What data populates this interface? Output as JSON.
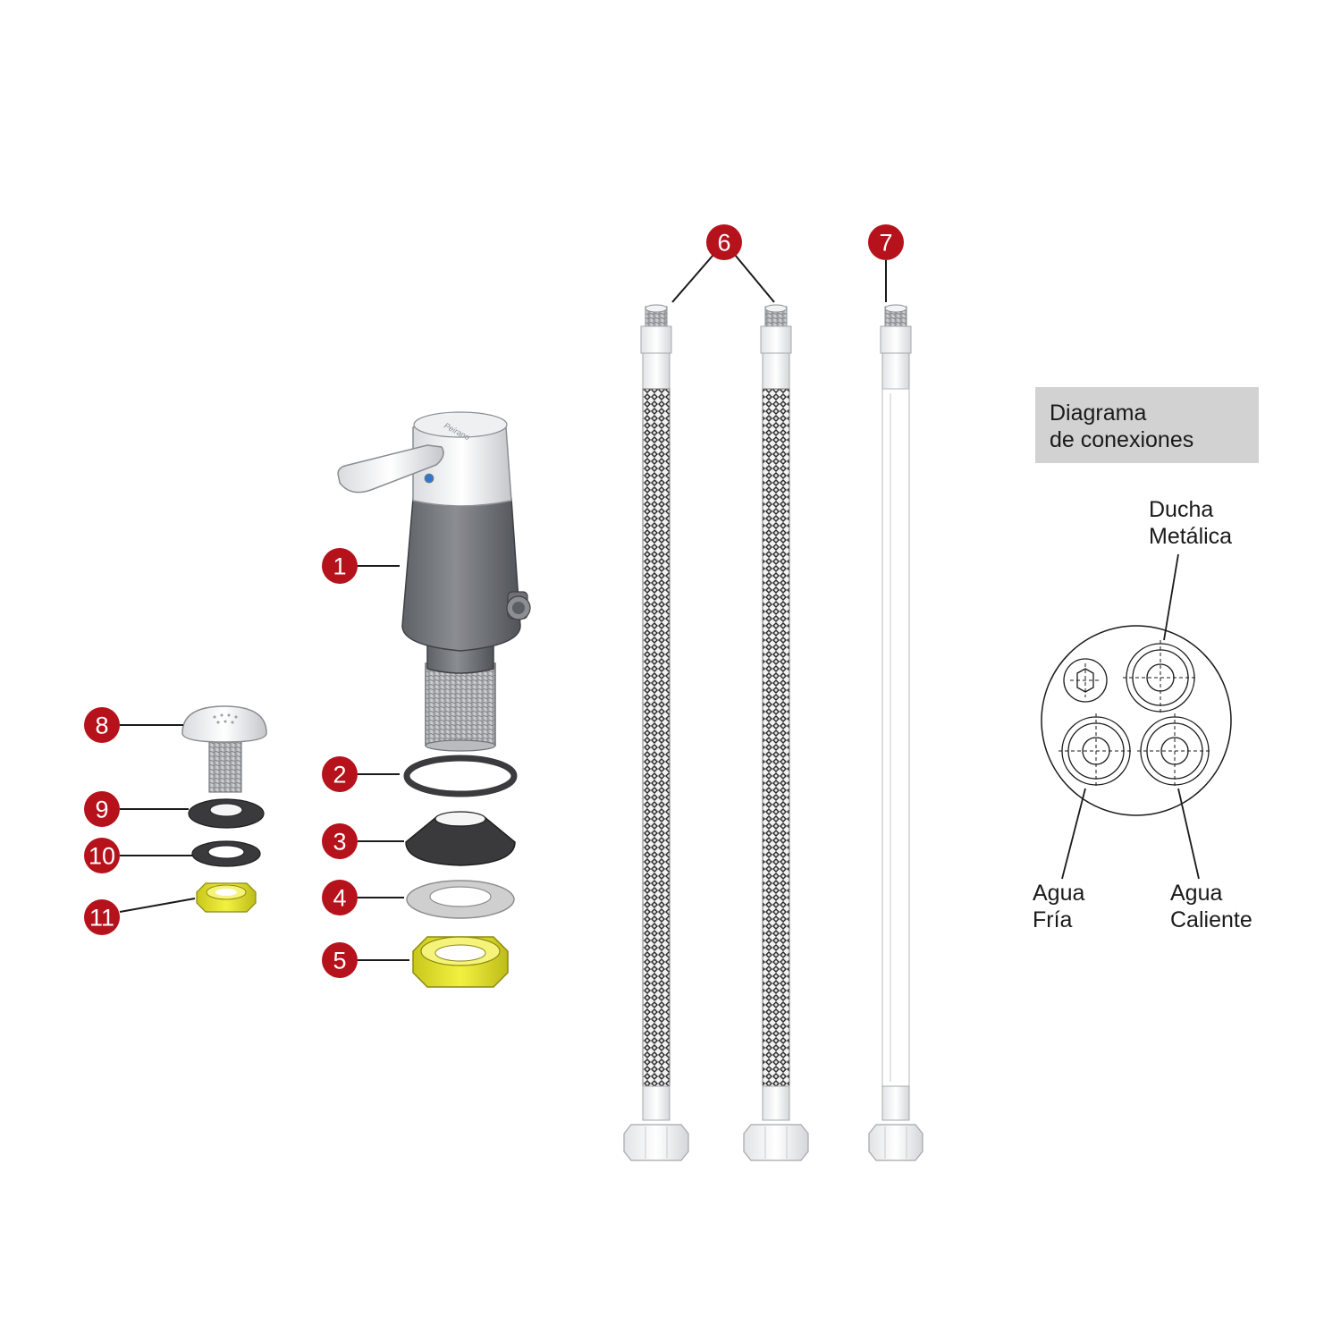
{
  "brand": "Peirano",
  "colors": {
    "callout": "#b5121b",
    "yellow": "#e8e630",
    "dark_rubber": "#3a3a3c",
    "light_gray": "#d2d2d2"
  },
  "parts": [
    {
      "num": "1",
      "name": "mixer-body"
    },
    {
      "num": "2",
      "name": "o-ring"
    },
    {
      "num": "3",
      "name": "conical-gasket"
    },
    {
      "num": "4",
      "name": "flat-washer"
    },
    {
      "num": "5",
      "name": "hex-nut"
    },
    {
      "num": "6",
      "name": "braided-hose-pair"
    },
    {
      "num": "7",
      "name": "plain-hose"
    },
    {
      "num": "8",
      "name": "shower-head"
    },
    {
      "num": "9",
      "name": "conical-gasket-small"
    },
    {
      "num": "10",
      "name": "flat-washer-small"
    },
    {
      "num": "11",
      "name": "hex-nut-small"
    }
  ],
  "diagram": {
    "title_line1": "Diagrama",
    "title_line2": "de conexiones",
    "labels": {
      "shower_line1": "Ducha",
      "shower_line2": "Metálica",
      "cold_line1": "Agua",
      "cold_line2": "Fría",
      "hot_line1": "Agua",
      "hot_line2": "Caliente"
    }
  }
}
